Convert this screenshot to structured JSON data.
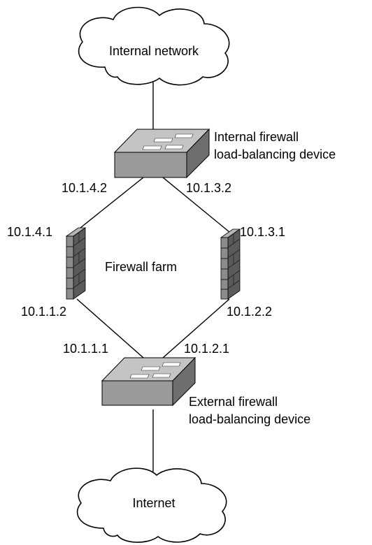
{
  "diagram": {
    "clouds": {
      "internal": "Internal network",
      "internet": "Internet"
    },
    "devices": {
      "internal_lb": {
        "line1": "Internal firewall",
        "line2": "load-balancing device"
      },
      "external_lb": {
        "line1": "External firewall",
        "line2": "load-balancing device"
      }
    },
    "farm_label": "Firewall farm",
    "ips": {
      "int_left": "10.1.4.2",
      "int_right": "10.1.3.2",
      "fw_left_top": "10.1.4.1",
      "fw_right_top": "10.1.3.1",
      "fw_left_bottom": "10.1.1.2",
      "fw_right_bottom": "10.1.2.2",
      "ext_left": "10.1.1.1",
      "ext_right": "10.1.2.1"
    }
  },
  "colors": {
    "switch_top": "#c4c4c4",
    "switch_front": "#9a9a9a",
    "switch_side": "#6e6e6e",
    "firewall_front": "#8c8c8c",
    "firewall_side": "#5a5a5a",
    "line": "#000000"
  }
}
